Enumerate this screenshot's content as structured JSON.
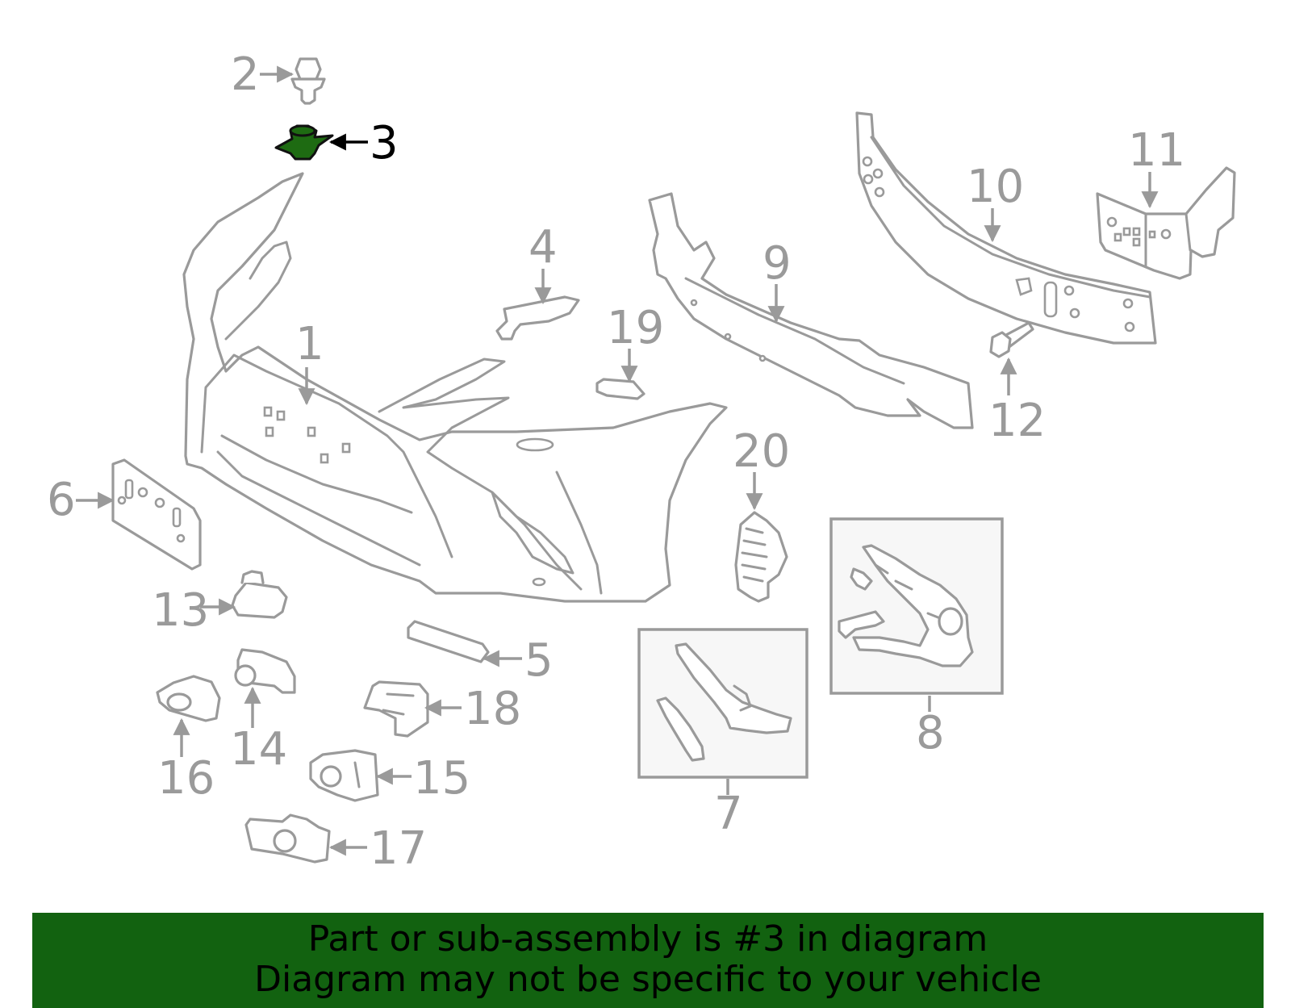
{
  "diagram": {
    "highlighted_callout": "3",
    "callouts": [
      "1",
      "2",
      "3",
      "4",
      "5",
      "6",
      "7",
      "8",
      "9",
      "10",
      "11",
      "12",
      "13",
      "14",
      "15",
      "16",
      "17",
      "18",
      "19",
      "20"
    ],
    "colors": {
      "highlight_fill": "#1e6b12",
      "part_stroke": "#9a9a9a",
      "banner": "#126210"
    }
  },
  "banner": {
    "line1": "Part or sub-assembly is #3 in diagram",
    "line2": "Diagram may not be specific to your vehicle"
  }
}
